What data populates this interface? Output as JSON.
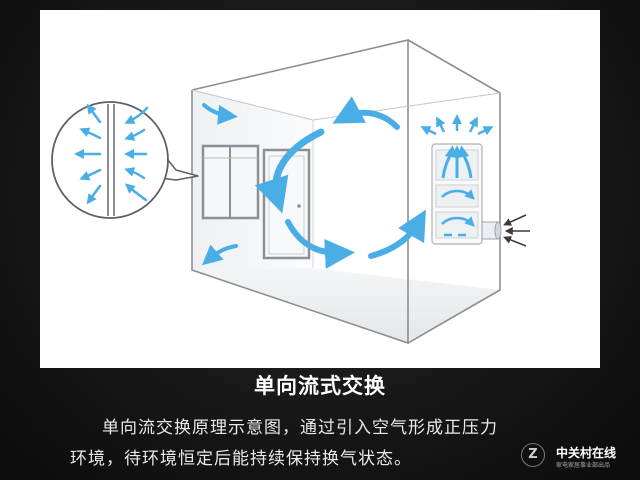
{
  "caption": {
    "title": "单向流式交换",
    "line1": "单向流交换原理示意图，通过引入空气形成正压力",
    "line2": "环境，待环境恒定后能持续保持换气状态。"
  },
  "logo": {
    "mark": "Z",
    "brand": "中关村在线",
    "sub": "家电家居事业部出品"
  },
  "colors": {
    "airflow": "#4aaee6",
    "frame": "#8a8f96",
    "background": "#161616"
  },
  "icons": {
    "airflow_arrow": "curved-arrow-icon",
    "magnifier": "zoom-callout-icon"
  }
}
